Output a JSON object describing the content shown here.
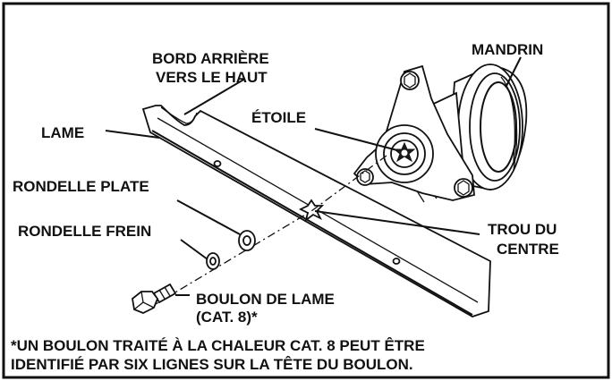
{
  "labels": {
    "bord": [
      "BORD ARRIÈRE",
      "VERS LE HAUT"
    ],
    "mandrin": "MANDRIN",
    "lame": "LAME",
    "etoile": "ÉTOILE",
    "rondelle_plate": "RONDELLE PLATE",
    "rondelle_frein": "RONDELLE FREIN",
    "trou": [
      "TROU DU",
      "CENTRE"
    ],
    "boulon": [
      "BOULON DE LAME",
      "(CAT. 8)*"
    ]
  },
  "footnote": [
    "*UN BOULON TRAITÉ À LA CHALEUR CAT. 8 PEUT ÊTRE",
    "IDENTIFIÉ PAR SIX LIGNES SUR LA TÊTE DU BOULON."
  ]
}
